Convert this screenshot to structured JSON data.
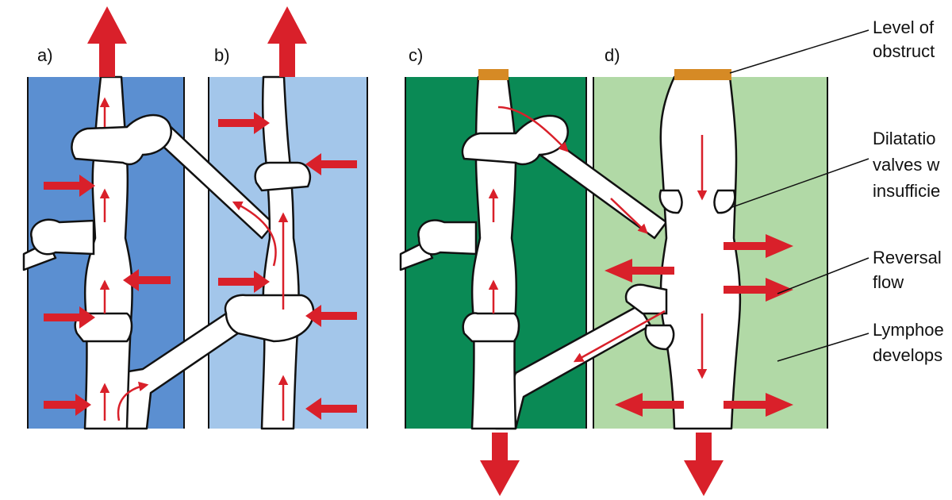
{
  "panels": [
    {
      "label": "a)",
      "fill": "#5b8fd1"
    },
    {
      "label": "b)",
      "fill": "#a3c6ea"
    },
    {
      "label": "c)",
      "fill": "#0a8a55"
    },
    {
      "label": "d)",
      "fill": "#b1d9a6"
    }
  ],
  "colors": {
    "arrow": "#d9202a",
    "obstruction": "#d68a25",
    "vessel_outline": "#111111"
  },
  "annotations": [
    {
      "line1": "Level of",
      "line2": "obstruct"
    },
    {
      "line1": "Dilatatio",
      "line2": "valves w",
      "line3": "insufficie"
    },
    {
      "line1": "Reversal",
      "line2": "flow"
    },
    {
      "line1": "Lymphoe",
      "line2": "develops"
    }
  ]
}
